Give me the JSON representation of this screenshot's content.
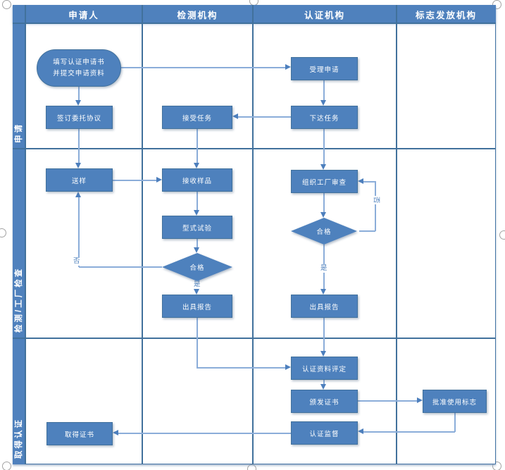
{
  "columns": [
    "申请人",
    "检测机构",
    "认证机构",
    "标志发放机构"
  ],
  "rows": [
    "申请",
    "检测/工厂检查",
    "取得认证"
  ],
  "nodes": {
    "fill_application": "填写认证申请书\n并提交申请资料",
    "sign_agreement": "签订委托协议",
    "send_sample": "送样",
    "get_certificate": "取得证书",
    "accept_task": "接受任务",
    "receive_sample": "接收样品",
    "type_test": "型式试验",
    "qualified_test": "合格",
    "issue_report_test": "出具报告",
    "accept_application": "受理申请",
    "assign_task": "下达任务",
    "organize_factory_review": "组织工厂审查",
    "qualified_review": "合格",
    "issue_report_cert": "出具报告",
    "evaluate_materials": "认证资料评定",
    "issue_certificate": "颁发证书",
    "certification_supervision": "认证监督",
    "approve_mark_use": "批准使用标志"
  },
  "edge_labels": {
    "yes": "是",
    "no": "否"
  },
  "colors": {
    "lane_fill": "#4f81bd",
    "shape_fill": "#4e81bd",
    "shape_border": "#41719c",
    "grid_line": "#41719c",
    "connector_line": "#8badd9",
    "arrowhead": "#4d7fbd",
    "text": "#ffffff"
  }
}
